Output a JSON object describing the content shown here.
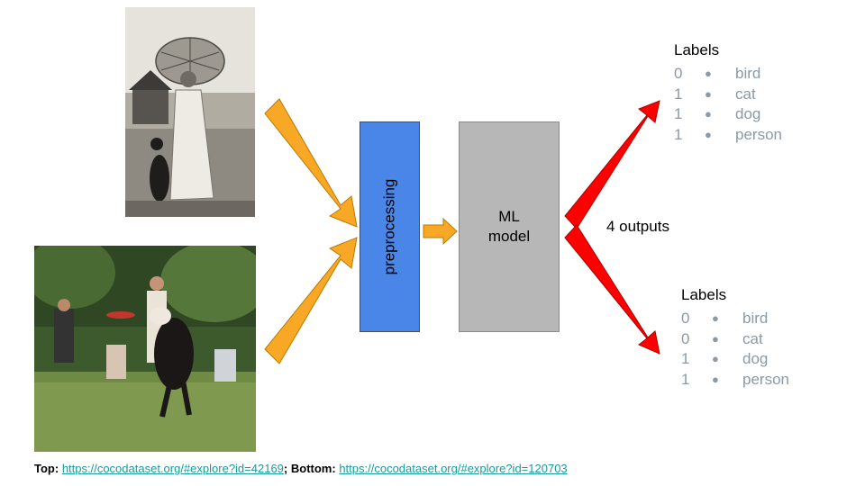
{
  "preprocessing_label": "preprocessing",
  "ml_model_label": [
    "ML",
    "model"
  ],
  "outputs_label": "4 outputs",
  "labels_top": {
    "title": "Labels",
    "rows": [
      {
        "value": "0",
        "bullet": "●",
        "name": "bird"
      },
      {
        "value": "1",
        "bullet": "●",
        "name": "cat"
      },
      {
        "value": "1",
        "bullet": "●",
        "name": "dog"
      },
      {
        "value": "1",
        "bullet": "●",
        "name": "person"
      }
    ]
  },
  "labels_bottom": {
    "title": "Labels",
    "rows": [
      {
        "value": "0",
        "bullet": "●",
        "name": "bird"
      },
      {
        "value": "0",
        "bullet": "●",
        "name": "cat"
      },
      {
        "value": "1",
        "bullet": "●",
        "name": "dog"
      },
      {
        "value": "1",
        "bullet": "●",
        "name": "person"
      }
    ]
  },
  "caption": {
    "top_prefix": "Top:",
    "top_link": "https://cocodataset.org/#explore?id=42169",
    "separator": ";",
    "bottom_prefix": "Bottom:",
    "bottom_link": "https://cocodataset.org/#explore?id=120703"
  },
  "colors": {
    "input_arrow": "#f9a825",
    "output_arrow": "#ff0000",
    "preprocessing_box": "#4a86e8",
    "ml_box": "#b7b7b7",
    "label_text": "#8a9aa6",
    "link": "#1a9a9a"
  }
}
